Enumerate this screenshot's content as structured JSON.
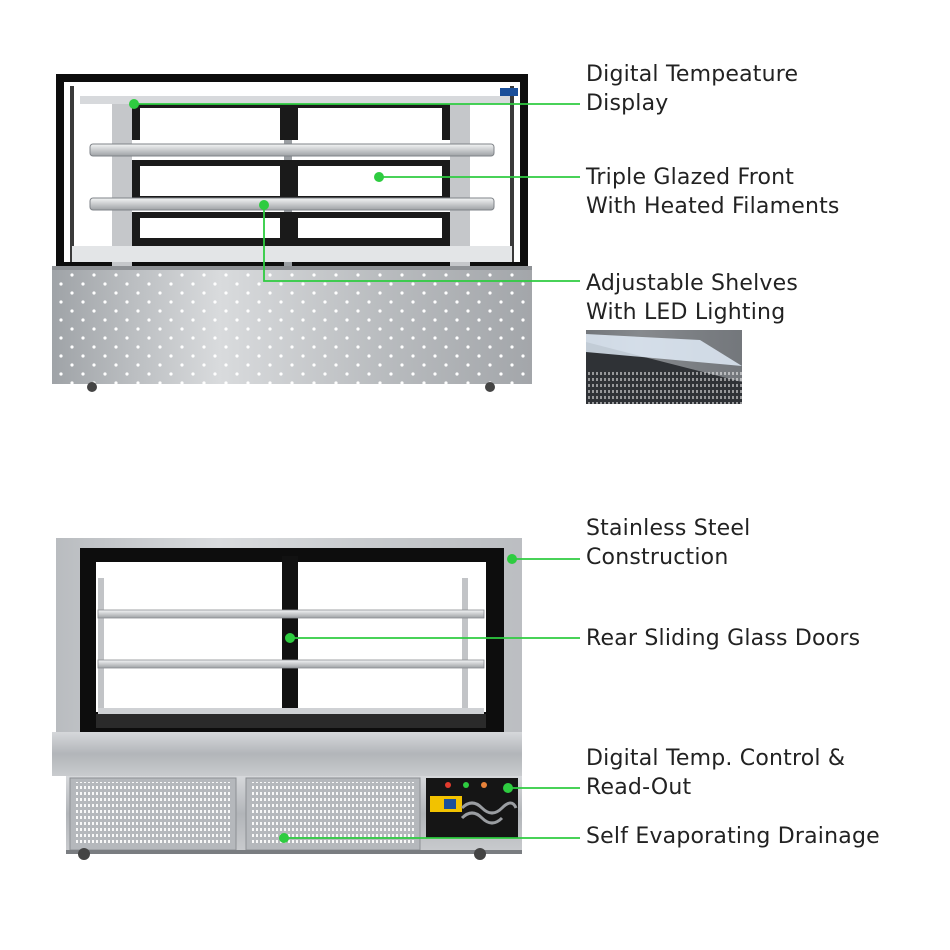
{
  "colors": {
    "accent": "#2ecc40",
    "text": "#222222",
    "background": "#ffffff",
    "steel": "#b9bcc0",
    "glass_frame": "#111111"
  },
  "features": [
    {
      "line1": "Digital Tempeature",
      "line2": "Display"
    },
    {
      "line1": "Triple Glazed Front",
      "line2": "With Heated Filaments"
    },
    {
      "line1": "Adjustable Shelves",
      "line2": "With LED Lighting"
    },
    {
      "line1": "Stainless Steel",
      "line2": "Construction"
    },
    {
      "line1": "Rear Sliding Glass Doors",
      "line2": ""
    },
    {
      "line1": "Digital Temp. Control &",
      "line2": "Read-Out"
    },
    {
      "line1": "Self Evaporating Drainage",
      "line2": ""
    }
  ],
  "images": {
    "front_view": "display-case-front-illustration",
    "rear_view": "display-case-rear-illustration",
    "led_detail": "led-shelf-closeup-illustration"
  }
}
